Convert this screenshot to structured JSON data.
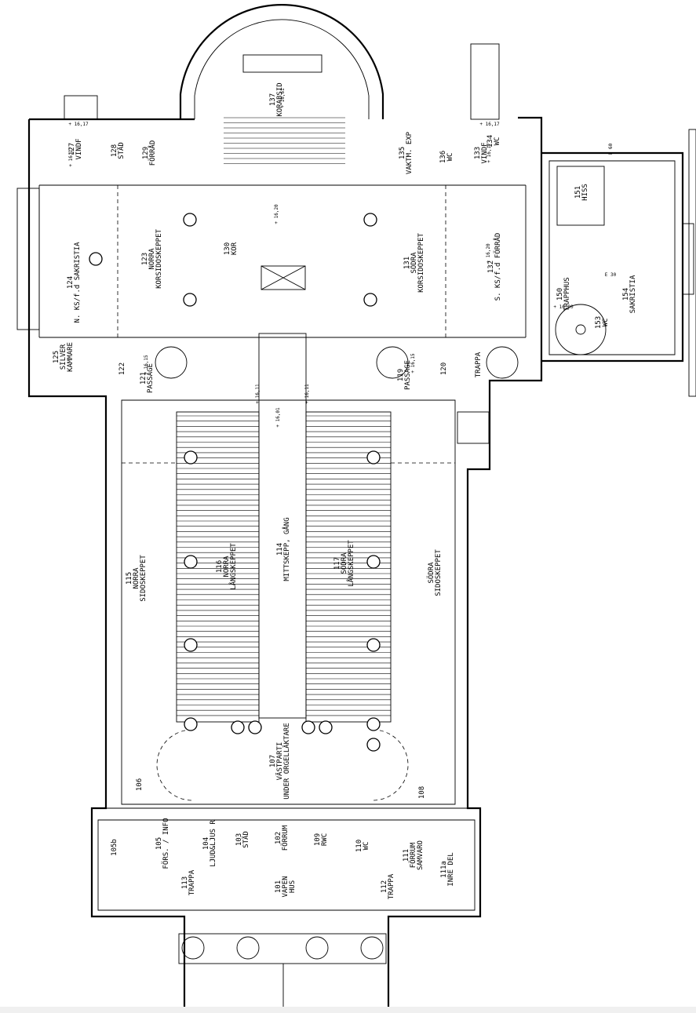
{
  "rooms": [
    {
      "id": "korabsid",
      "num": "137",
      "lines": [
        "KORABSID"
      ]
    },
    {
      "id": "kor",
      "num": "130",
      "lines": [
        "KOR"
      ]
    },
    {
      "id": "n-ks-sakristia",
      "num": "124",
      "lines": [
        "N. KS/f.d SAKRISTIA"
      ]
    },
    {
      "id": "norra-korsidoskeppet",
      "num": "123",
      "lines": [
        "NORRA",
        "KORSIDOSKEPPET"
      ]
    },
    {
      "id": "sodra-korsidoskeppet",
      "num": "131",
      "lines": [
        "SÖDRA",
        "KORSIDOSKEPPET"
      ]
    },
    {
      "id": "s-ks-forrad",
      "num": "132",
      "lines": [
        "S. KS/f.d FÖRRÅD"
      ]
    },
    {
      "id": "silverkammare",
      "num": "125",
      "lines": [
        "SILVER",
        "KAMMARE"
      ]
    },
    {
      "id": "passage-n",
      "num": "121",
      "lines": [
        "PASSAGE"
      ]
    },
    {
      "id": "passage-s",
      "num": "119",
      "lines": [
        "PASSAGE"
      ]
    },
    {
      "id": "trappa-s",
      "num": "",
      "lines": [
        "TRAPPA"
      ]
    },
    {
      "id": "trapphus",
      "num": "150",
      "lines": [
        "TRAPPHUS"
      ]
    },
    {
      "id": "hiss",
      "num": "151",
      "lines": [
        "HISS"
      ]
    },
    {
      "id": "sakristia",
      "num": "154",
      "lines": [
        "SAKRISTIA"
      ]
    },
    {
      "id": "wc-153",
      "num": "153",
      "lines": [
        "WC"
      ]
    },
    {
      "id": "vaktm-exp",
      "num": "135",
      "lines": [
        "VAKTM. EXP"
      ]
    },
    {
      "id": "wc-136",
      "num": "136",
      "lines": [
        "WC"
      ]
    },
    {
      "id": "vindf-133",
      "num": "133",
      "lines": [
        "VINDF"
      ]
    },
    {
      "id": "wc-134",
      "num": "134",
      "lines": [
        "WC"
      ]
    },
    {
      "id": "stad-128",
      "num": "128",
      "lines": [
        "STÄD"
      ]
    },
    {
      "id": "forrad-129",
      "num": "129",
      "lines": [
        "FÖRRÅD"
      ]
    },
    {
      "id": "vindf-127",
      "num": "127",
      "lines": [
        "VINDF"
      ]
    },
    {
      "id": "norra-sidoskeppet",
      "num": "115",
      "lines": [
        "NORRA",
        "SIDOSKEPPET"
      ]
    },
    {
      "id": "norra-langskeppet",
      "num": "116",
      "lines": [
        "NORRA",
        "LÅNGSKEPPET"
      ]
    },
    {
      "id": "mittskepp-gang",
      "num": "114",
      "lines": [
        "MITTSKEPP, GÅNG"
      ]
    },
    {
      "id": "sodra-langskeppet",
      "num": "117",
      "lines": [
        "SÖDRA",
        "LÅNGSKEPPET"
      ]
    },
    {
      "id": "sodra-sidoskeppet",
      "num": "",
      "lines": [
        "SÖDRA",
        "SIDOSKEPPET"
      ]
    },
    {
      "id": "vastparti",
      "num": "107",
      "lines": [
        "VÄSTPARTI",
        "UNDER ORGELLÄKTARE"
      ]
    },
    {
      "id": "fors-info",
      "num": "105",
      "lines": [
        "FÖRS. / INFO"
      ]
    },
    {
      "id": "ljud-ljus",
      "num": "104",
      "lines": [
        "LJUD&LJUS R"
      ]
    },
    {
      "id": "stad-103",
      "num": "103",
      "lines": [
        "STÄD"
      ]
    },
    {
      "id": "forrum-102",
      "num": "102",
      "lines": [
        "FÖRRUM"
      ]
    },
    {
      "id": "rwc-109",
      "num": "109",
      "lines": [
        "RWC"
      ]
    },
    {
      "id": "wc-110",
      "num": "110",
      "lines": [
        "WC"
      ]
    },
    {
      "id": "forrum-samvaro",
      "num": "111",
      "lines": [
        "FÖRRUM",
        "SAMVARO"
      ]
    },
    {
      "id": "inre-del",
      "num": "111a",
      "lines": [
        "INRE DEL"
      ]
    },
    {
      "id": "vapenhus",
      "num": "101",
      "lines": [
        "VAPEN",
        "HUS"
      ]
    },
    {
      "id": "trappa-113",
      "num": "113",
      "lines": [
        "TRAPPA"
      ]
    },
    {
      "id": "trappa-112",
      "num": "112",
      "lines": [
        "TRAPPA"
      ]
    }
  ],
  "extra_numbers": {
    "n106": "106",
    "n108": "108",
    "n122": "122",
    "n120": "120",
    "n105b": "105b"
  },
  "levels": {
    "l1617a": "+ 16,17",
    "l1617b": "+ 16,17",
    "l1661": "+ 16,61",
    "l1620kor": "+ 16,20",
    "l1620s": "+ 16,20",
    "l1620th": "+ 16,20",
    "l1615n": "+ 16,15",
    "l1615s": "+ 16,15",
    "l1611a": "+ 16,11",
    "l1611b": "+ 16,11",
    "l1601": "+ 16,01",
    "l1617c": "+ 16,17",
    "l1617d": "+ 16,17"
  },
  "marks": {
    "e60": "E 60",
    "e30": "E 30"
  }
}
